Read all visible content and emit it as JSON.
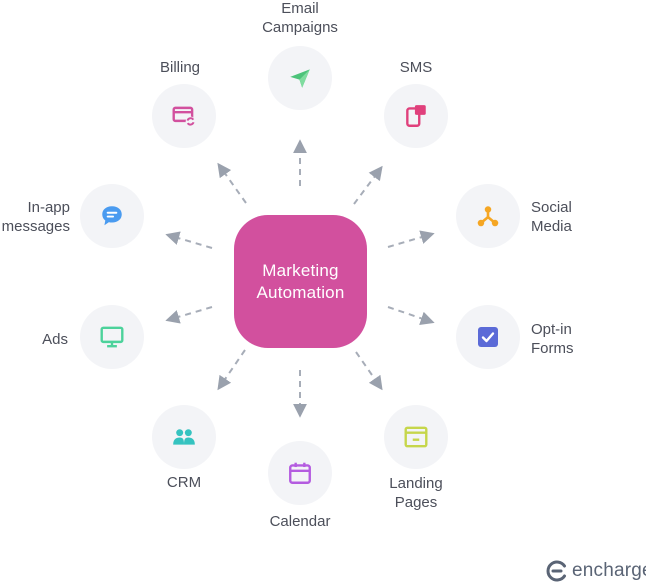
{
  "center": {
    "line1": "Marketing",
    "line2": "Automation",
    "color": "#d2509e"
  },
  "nodes": {
    "email": {
      "line1": "Email",
      "line2": "Campaigns",
      "icon": "paper-plane-icon",
      "color": "#4cc37a"
    },
    "sms": {
      "line1": "SMS",
      "icon": "mobile-message-icon",
      "color": "#e0407c"
    },
    "social": {
      "line1": "Social",
      "line2": "Media",
      "icon": "share-nodes-icon",
      "color": "#f5a623"
    },
    "optin": {
      "line1": "Opt-in",
      "line2": "Forms",
      "icon": "checkbox-icon",
      "color": "#5b6ad7"
    },
    "landing": {
      "line1": "Landing",
      "line2": "Pages",
      "icon": "browser-window-icon",
      "color": "#c6d64b"
    },
    "calendar": {
      "line1": "Calendar",
      "icon": "calendar-icon",
      "color": "#b45ce0"
    },
    "crm": {
      "line1": "CRM",
      "icon": "users-icon",
      "color": "#35c3c0"
    },
    "ads": {
      "line1": "Ads",
      "icon": "monitor-icon",
      "color": "#4cd29b"
    },
    "inapp": {
      "line1": "In-app",
      "line2": "messages",
      "icon": "chat-bubble-icon",
      "color": "#4a9bf0"
    },
    "billing": {
      "line1": "Billing",
      "icon": "credit-card-refresh-icon",
      "color": "#d2509e"
    }
  },
  "brand": {
    "name": "encharge",
    "icon": "encharge-logo-icon",
    "color": "#5a6475"
  }
}
